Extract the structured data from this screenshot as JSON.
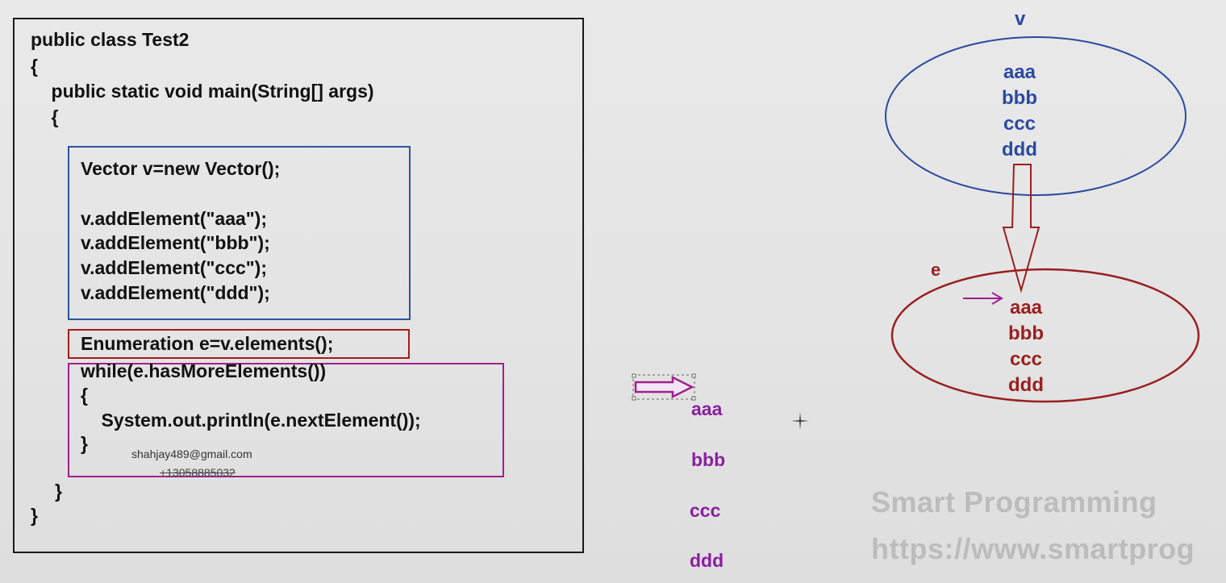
{
  "code": {
    "lines_outer_top": [
      "public class Test2",
      "{",
      "    public static void main(String[] args)",
      "    {"
    ],
    "vector_block": [
      "Vector v=new Vector();",
      "",
      "v.addElement(\"aaa\");",
      "v.addElement(\"bbb\");",
      "v.addElement(\"ccc\");",
      "v.addElement(\"ddd\");"
    ],
    "enumeration_line": "Enumeration e=v.elements();",
    "while_block": [
      "while(e.hasMoreElements())",
      "{",
      "    System.out.println(e.nextElement());",
      "}"
    ],
    "closing_inner": "}",
    "closing_outer": "}"
  },
  "watermark": {
    "email": "shahjay489@gmail.com",
    "phone": "+13058885032"
  },
  "output": [
    "aaa",
    "bbb",
    "ccc",
    "ddd"
  ],
  "vector_label": "v",
  "vector_items": [
    "aaa",
    "bbb",
    "ccc",
    "ddd"
  ],
  "enum_label": "e",
  "enum_items": [
    "aaa",
    "bbb",
    "ccc",
    "ddd"
  ],
  "brand": {
    "name": "Smart Programming",
    "url": "https://www.smartprog"
  },
  "colors": {
    "vector": "#2a4aa0",
    "enumeration": "#9a1f1f",
    "loop": "#a0208a",
    "output": "#8a1fa0"
  }
}
